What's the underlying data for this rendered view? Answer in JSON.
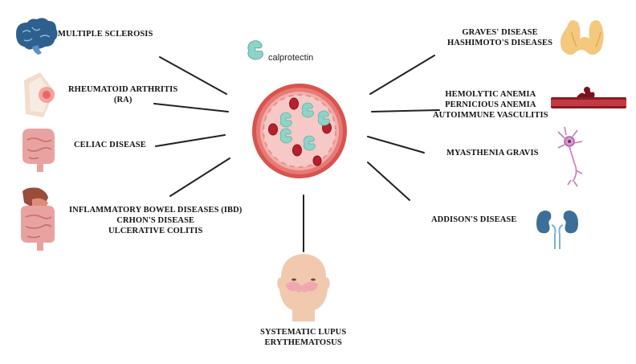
{
  "legend": {
    "label": "calprotectin"
  },
  "labels": {
    "ms": [
      "MULTIPLE SCLEROSIS"
    ],
    "ra": [
      "RHEUMATOID ARTHRITIS",
      "(RA)"
    ],
    "celiac": [
      "CELIAC DISEASE"
    ],
    "ibd": [
      "INFLAMMATORY BOWEL DISEASES (IBD)",
      "CRHON'S DISEASE",
      "ULCERATIVE COLITIS"
    ],
    "sle": [
      "SYSTEMATIC LUPUS",
      "ERYTHEMATOSUS"
    ],
    "thyroid": [
      "GRAVES' DISEASE",
      "HASHIMOTO'S DISEASES"
    ],
    "blood": [
      "HEMOLYTIC ANEMIA",
      "PERNICIOUS ANEMIA",
      "AUTOIMMUNE VASCULITIS"
    ],
    "mg": [
      "MYASTHENIA GRAVIS"
    ],
    "addison": [
      "ADDISON'S DISEASE"
    ]
  },
  "colors": {
    "vessel_outer": "#d9534f",
    "vessel_inner": "#f6c9c6",
    "rbc": "#b8202c",
    "calprotectin": "#8fd3c8",
    "organ_pink": "#e8a3a0",
    "thyroid": "#f3c97d",
    "kidney": "#3b6f98",
    "neuron": "#c77ab8",
    "skin": "#f1c9ae"
  }
}
